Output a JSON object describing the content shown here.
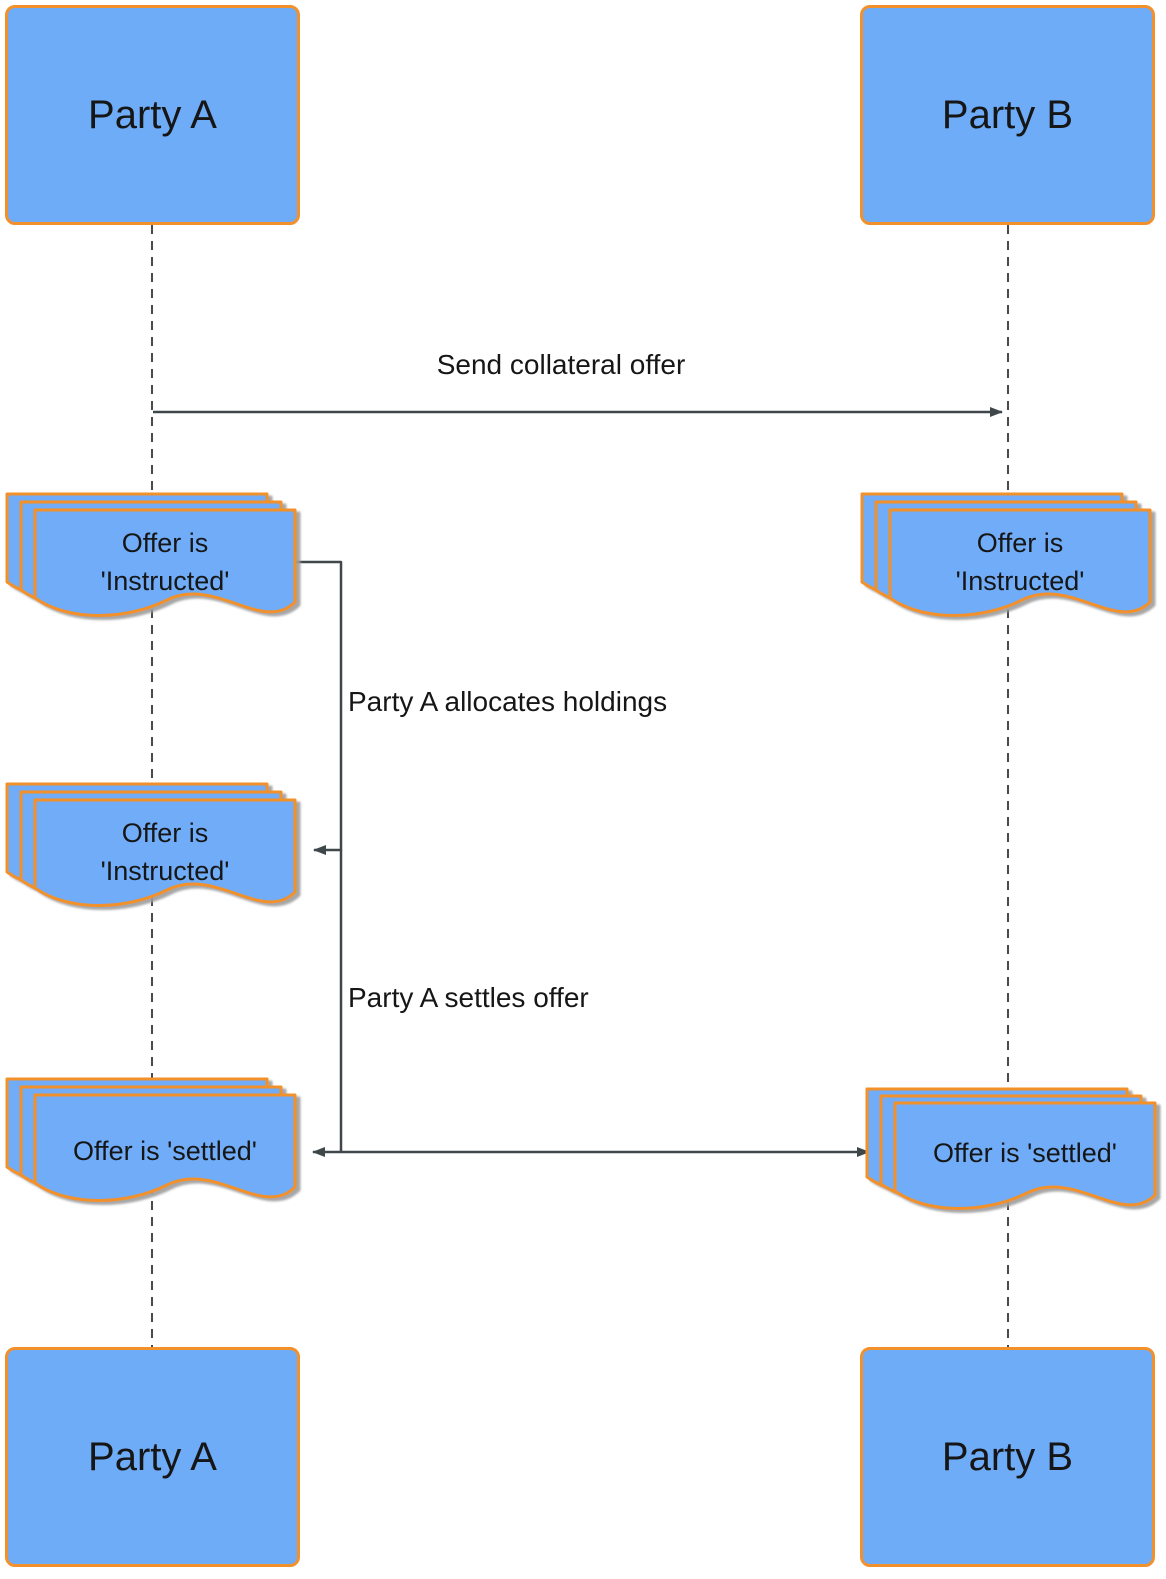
{
  "colors": {
    "node_fill": "#6FACF8",
    "node_border": "#F2902C",
    "arrow": "#40474B",
    "lifeline": "#4A4A4A",
    "text": "#161616",
    "shadow": "#9E9E9E"
  },
  "actors": [
    {
      "id": "party-a-top",
      "label": "Party A"
    },
    {
      "id": "party-b-top",
      "label": "Party B"
    },
    {
      "id": "party-a-bottom",
      "label": "Party A"
    },
    {
      "id": "party-b-bottom",
      "label": "Party B"
    }
  ],
  "messages": [
    {
      "id": "send-collateral-offer",
      "label": "Send collateral offer"
    },
    {
      "id": "allocate-holdings",
      "label": "Party A allocates holdings"
    },
    {
      "id": "settle-offer",
      "label": "Party A settles offer"
    }
  ],
  "documents": [
    {
      "id": "doc-a-instructed-1",
      "lines": [
        "Offer is",
        "'Instructed'"
      ]
    },
    {
      "id": "doc-b-instructed",
      "lines": [
        "Offer is",
        "'Instructed'"
      ]
    },
    {
      "id": "doc-a-instructed-2",
      "lines": [
        "Offer is",
        "'Instructed'"
      ]
    },
    {
      "id": "doc-a-settled",
      "lines": [
        "Offer is 'settled'"
      ]
    },
    {
      "id": "doc-b-settled",
      "lines": [
        "Offer is 'settled'"
      ]
    }
  ]
}
